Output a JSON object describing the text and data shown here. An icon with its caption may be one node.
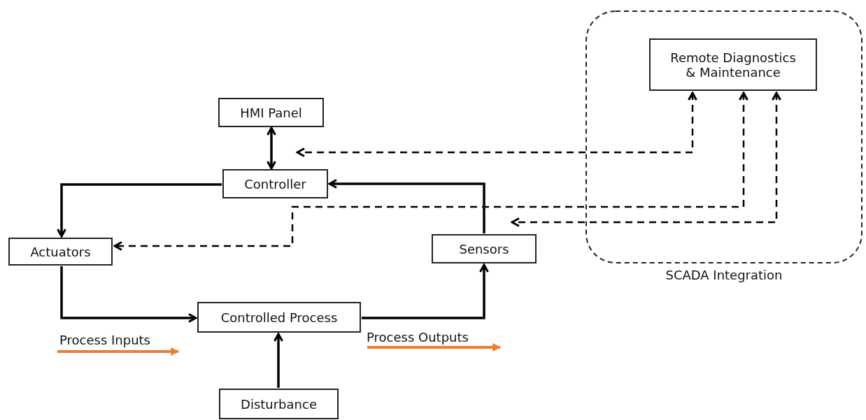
{
  "diagram": {
    "nodes": [
      {
        "text": [
          "HMI Panel"
        ]
      },
      {
        "text": [
          "Controller"
        ]
      },
      {
        "text": [
          "Actuators"
        ]
      },
      {
        "text": [
          "Sensors"
        ]
      },
      {
        "text": [
          "Controlled Process"
        ]
      },
      {
        "text": [
          "Disturbance"
        ]
      },
      {
        "text": [
          "SCADA Integration"
        ]
      },
      {
        "text": [
          "Remote Diagnostics & Maintenance"
        ],
        "in": 6
      }
    ],
    "edges": [
      {
        "from": 0,
        "to": 1,
        "arrow": "both"
      },
      {
        "from": 1,
        "to": 2,
        "arrow": "to"
      },
      {
        "from": 2,
        "to": 4,
        "arrow": "to"
      },
      {
        "from": 4,
        "to": 3,
        "arrow": "to"
      },
      {
        "from": 3,
        "to": 1,
        "arrow": "to"
      },
      {
        "from": 5,
        "to": 4,
        "arrow": "to"
      },
      {
        "from": 7,
        "to": 1,
        "arrow": "both",
        "style": "dashed"
      },
      {
        "from": 7,
        "to": 2,
        "arrow": "both",
        "style": "dashed"
      },
      {
        "from": 7,
        "to": 3,
        "arrow": "both",
        "style": "dashed"
      }
    ],
    "labels": [
      "Process Inputs",
      "Process Outputs"
    ]
  }
}
